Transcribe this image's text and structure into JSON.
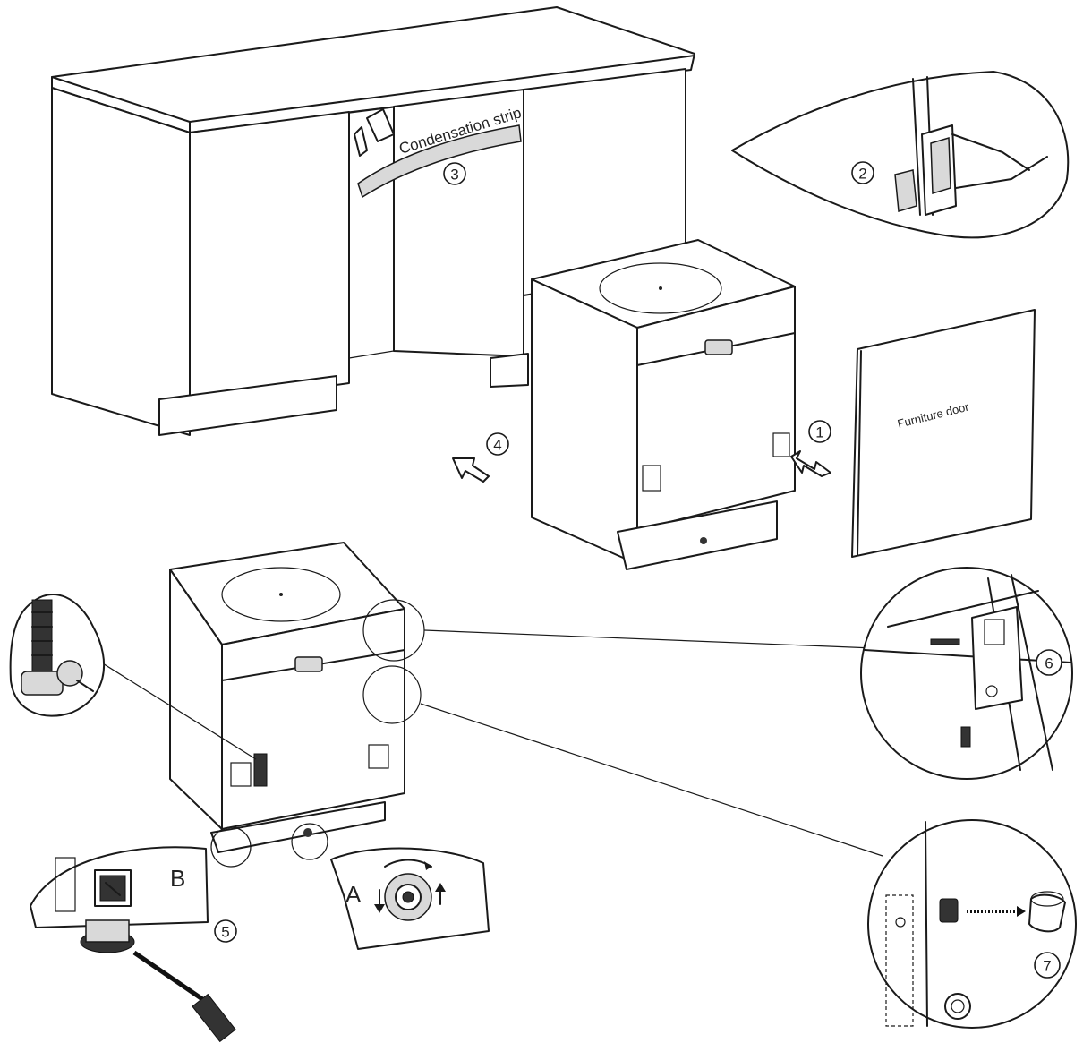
{
  "labels": {
    "condensation_strip": "Condensation strip",
    "furniture_door": "Furniture door",
    "letter_a": "A",
    "letter_b": "B"
  },
  "steps": {
    "s1": "1",
    "s2": "2",
    "s3": "3",
    "s4": "4",
    "s5": "5",
    "s6": "6",
    "s7": "7"
  }
}
